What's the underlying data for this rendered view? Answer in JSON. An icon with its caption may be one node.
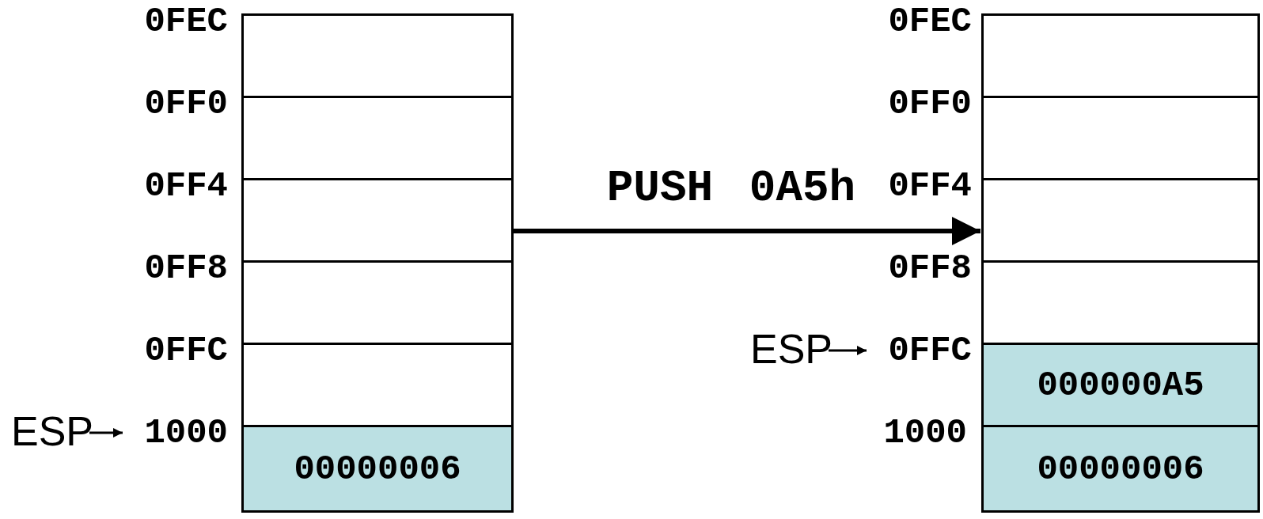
{
  "diagram": {
    "nodes": [
      {
        "text": [
          "0FEC"
        ]
      },
      {
        "text": [
          "0FF0"
        ]
      },
      {
        "text": [
          "0FF4"
        ]
      },
      {
        "text": [
          "0FF8"
        ]
      },
      {
        "text": [
          "0FFC"
        ]
      },
      {
        "text": [
          "1000"
        ]
      },
      {
        "text": [
          "ESP"
        ]
      },
      {
        "text": [],
        "shape": "box"
      },
      {
        "text": [],
        "shape": "box",
        "in": 7
      },
      {
        "text": [],
        "shape": "box",
        "in": 7
      },
      {
        "text": [],
        "shape": "box",
        "in": 7
      },
      {
        "text": [],
        "shape": "box",
        "in": 7
      },
      {
        "text": [],
        "shape": "box",
        "in": 7
      },
      {
        "text": [
          "00000006"
        ],
        "in": 7
      },
      {
        "text": [
          "0FEC"
        ]
      },
      {
        "text": [
          "0FF0"
        ]
      },
      {
        "text": [
          "0FF4"
        ]
      },
      {
        "text": [
          "0FF8"
        ]
      },
      {
        "text": [
          "ESP"
        ]
      },
      {
        "text": [
          "0FFC"
        ]
      },
      {
        "text": [
          "1000"
        ]
      },
      {
        "text": [],
        "shape": "box"
      },
      {
        "text": [],
        "shape": "box",
        "in": 21
      },
      {
        "text": [],
        "shape": "box",
        "in": 21
      },
      {
        "text": [],
        "shape": "box",
        "in": 21
      },
      {
        "text": [],
        "shape": "box",
        "in": 21
      },
      {
        "text": [
          "000000A5"
        ],
        "in": 21
      },
      {
        "text": [
          "00000006"
        ],
        "in": 21
      }
    ],
    "edges": [
      {
        "from": 6,
        "to": 5,
        "arrow": "to"
      },
      {
        "from": 7,
        "to": 21,
        "arrow": "to",
        "label": "PUSH 0A5h",
        "style": "thick"
      },
      {
        "from": 18,
        "to": 19,
        "arrow": "to"
      }
    ]
  }
}
